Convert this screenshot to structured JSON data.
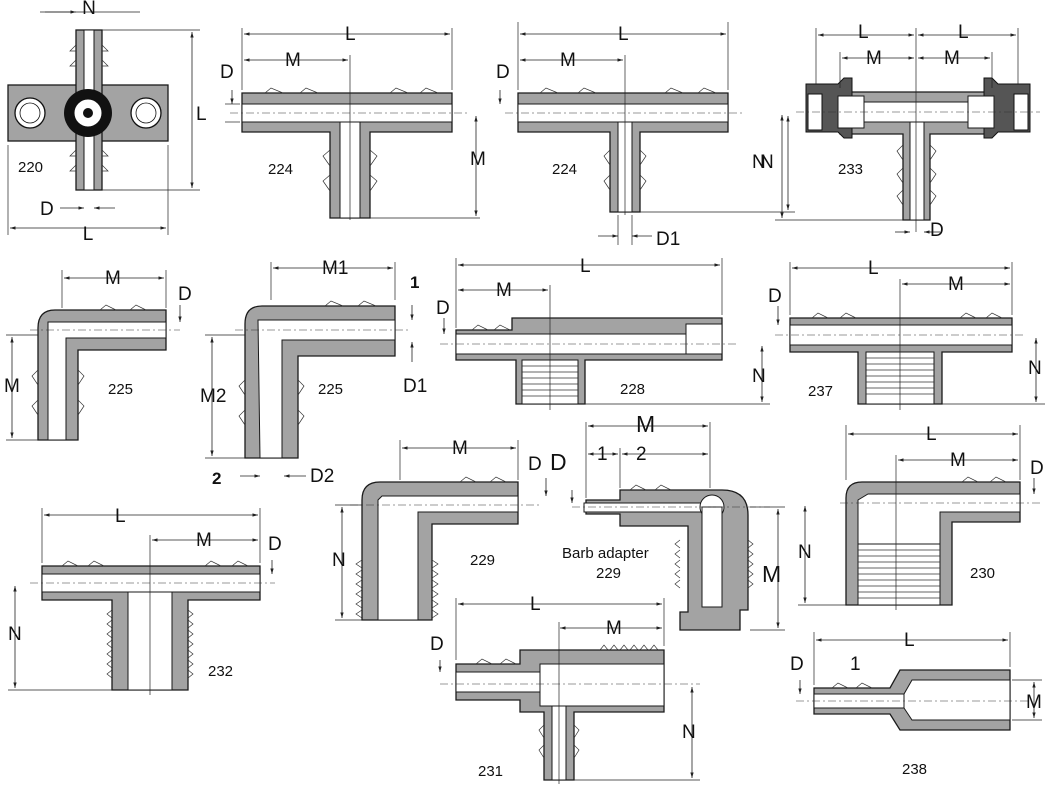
{
  "fittings": {
    "f220": {
      "num": "220",
      "n": "N",
      "l": "L",
      "d": "D"
    },
    "f224a": {
      "num": "224",
      "l": "L",
      "m_top": "M",
      "m_side": "M",
      "d": "D"
    },
    "f224b": {
      "num": "224",
      "l": "L",
      "m": "M",
      "n": "N",
      "d": "D",
      "d1": "D1"
    },
    "f233": {
      "num": "233",
      "l1": "L",
      "l2": "L",
      "m1": "M",
      "m2": "M",
      "n": "N",
      "d": "D"
    },
    "f225a": {
      "num": "225",
      "m_top": "M",
      "m_side": "M",
      "d": "D"
    },
    "f225b": {
      "num": "225",
      "m1": "M1",
      "m2": "M2",
      "d1": "D1",
      "d2": "D2",
      "tag1": "1",
      "tag2": "2"
    },
    "f228": {
      "num": "228",
      "l": "L",
      "m": "M",
      "d": "D",
      "n": "N"
    },
    "f237": {
      "num": "237",
      "l": "L",
      "m": "M",
      "d": "D",
      "n": "N"
    },
    "f229a": {
      "num": "229",
      "m": "M",
      "d": "D",
      "n": "N"
    },
    "f229b": {
      "num": "229",
      "m": "M",
      "d": "D",
      "tag1": "1",
      "tag2": "2",
      "m_side": "M",
      "caption": "Barb adapter"
    },
    "f230": {
      "num": "230",
      "l": "L",
      "m": "M",
      "d": "D",
      "n": "N"
    },
    "f232": {
      "num": "232",
      "l": "L",
      "m": "M",
      "d": "D",
      "n": "N"
    },
    "f231": {
      "num": "231",
      "l": "L",
      "m": "M",
      "d": "D",
      "n": "N"
    },
    "f238": {
      "num": "238",
      "l": "L",
      "d": "D",
      "m": "M",
      "tag1": "1"
    }
  }
}
